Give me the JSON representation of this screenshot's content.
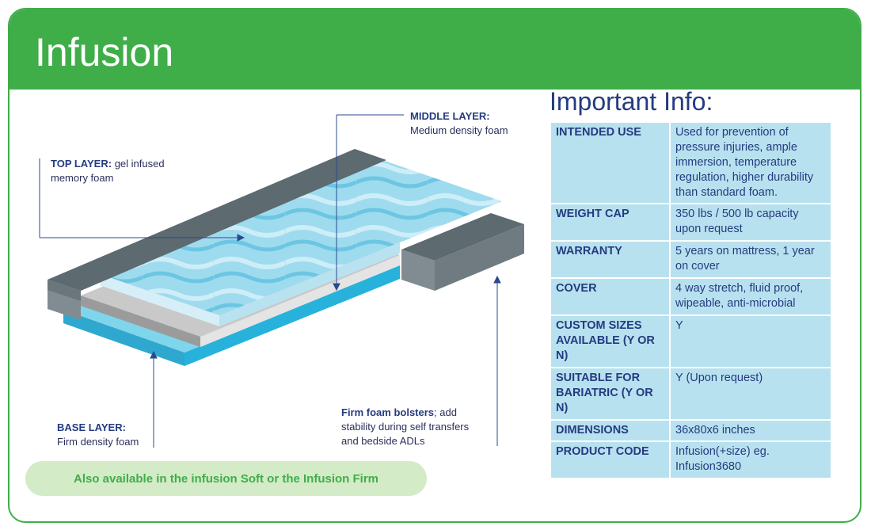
{
  "header": {
    "title": "Infusion"
  },
  "diagram": {
    "top_layer": {
      "name": "TOP LAYER:",
      "desc": "gel infused memory foam"
    },
    "middle_layer": {
      "name": "MIDDLE LAYER:",
      "desc": "Medium density foam"
    },
    "base_layer": {
      "name": "BASE LAYER:",
      "desc": "Firm density foam"
    },
    "bolsters": {
      "name": "Firm foam bolsters",
      "desc": "; add stability during self transfers and bedside ADLs"
    }
  },
  "availability_note": "Also available in the infusion Soft or the Infusion Firm",
  "info": {
    "title": "Important Info:",
    "rows": [
      {
        "key": "INTENDED USE",
        "value": "Used for prevention of pressure injuries, ample immersion, temperature regulation, higher durability than standard foam."
      },
      {
        "key": "WEIGHT CAP",
        "value": "350 lbs / 500 lb capacity upon request"
      },
      {
        "key": "WARRANTY",
        "value": "5 years on mattress, 1 year on cover"
      },
      {
        "key": "COVER",
        "value": "4 way stretch, fluid proof, wipeable, anti-microbial"
      },
      {
        "key": "CUSTOM SIZES AVAILABLE (Y OR N)",
        "value": "Y"
      },
      {
        "key": "SUITABLE FOR BARIATRIC (Y OR N)",
        "value": "Y (Upon request)"
      },
      {
        "key": "DIMENSIONS",
        "value": "36x80x6 inches"
      },
      {
        "key": "PRODUCT CODE",
        "value": "Infusion(+size) eg. Infusion3680"
      }
    ]
  },
  "colors": {
    "brand_green": "#3fae49",
    "navy": "#243b80",
    "table_cell": "#b8e1ef",
    "pill": "#d4ebc7"
  }
}
